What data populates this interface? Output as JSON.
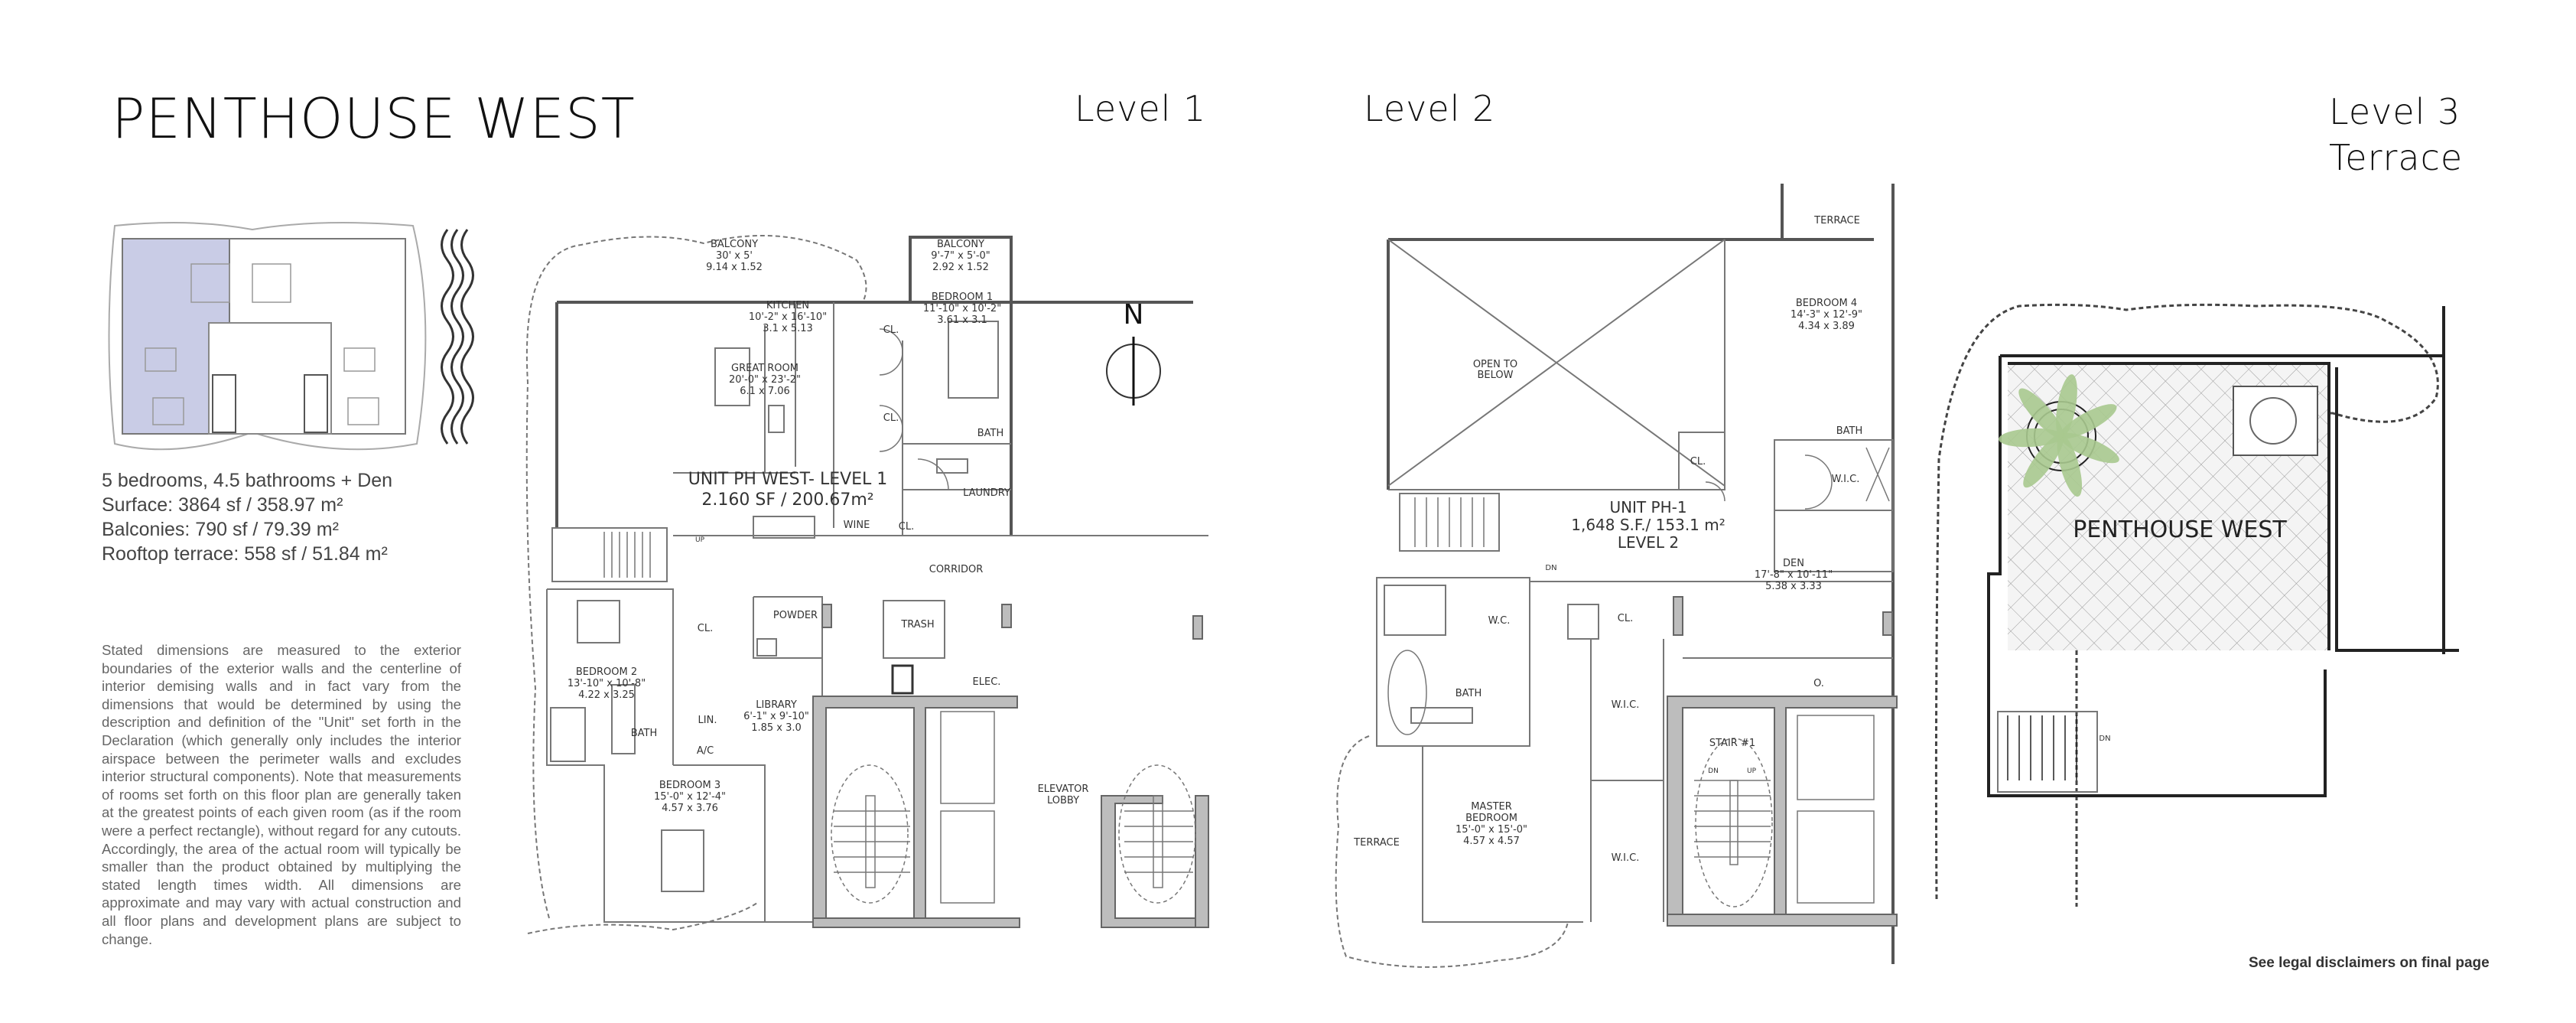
{
  "title": "PENTHOUSE WEST",
  "headings": {
    "level1": "Level 1",
    "level2": "Level 2",
    "level3": "Level 3",
    "level3_sub": "Terrace"
  },
  "summary": {
    "rooms": "5 bedrooms, 4.5 bathrooms + Den",
    "surface": "Surface: 3864 sf / 358.97 m²",
    "balconies": "Balconies: 790 sf / 79.39 m²",
    "rooftop": "Rooftop terrace: 558 sf / 51.84 m²"
  },
  "disclaimer": "Stated dimensions are measured to the exterior boundaries of the exterior walls and the centerline of interior demising walls and in fact vary from the dimensions that would be determined by using the description and definition of the \"Unit\" set forth in the Declaration (which generally only includes the interior airspace between the perimeter walls and excludes interior structural components). Note that measurements of rooms set forth on this floor plan are generally taken at the greatest points of each given room (as if the room were a perfect rectangle), without regard for any cutouts. Accordingly, the area of the actual room will typically be smaller than the product obtained by multiplying the stated length times width. All dimensions are approximate and may vary with actual construction and all floor plans and development plans are subject to change.",
  "footer_note": "See legal disclaimers on final page",
  "compass": "N",
  "level1": {
    "unit": "UNIT PH WEST- LEVEL 1",
    "area": "2.160 SF / 200.67m²",
    "balcony": [
      "BALCONY",
      "30' x 5'",
      "9.14 x 1.52"
    ],
    "balcony2": [
      "BALCONY",
      "9'-7\" x 5'-0\"",
      "2.92 x 1.52"
    ],
    "kitchen": [
      "KITCHEN",
      "10'-2\" x 16'-10\"",
      "3.1 x 5.13"
    ],
    "bedroom1": [
      "BEDROOM 1",
      "11'-10\" x 10'-2\"",
      "3.61 x 3.1"
    ],
    "great_room": [
      "GREAT ROOM",
      "20'-0\" x 23'-2\"",
      "6.1 x 7.06"
    ],
    "bedroom2": [
      "BEDROOM 2",
      "13'-10\" x 10'-8\"",
      "4.22 x 3.25"
    ],
    "library": [
      "LIBRARY",
      "6'-1\" x 9'-10\"",
      "1.85 x 3.0"
    ],
    "bedroom3": [
      "BEDROOM 3",
      "15'-0\" x 12'-4\"",
      "4.57 x 3.76"
    ],
    "cl": "CL.",
    "bath": "BATH",
    "laundry": "LAUNDRY",
    "wine": "WINE",
    "up": "UP",
    "corridor": "CORRIDOR",
    "powder": "POWDER",
    "trash": "TRASH",
    "elec": "ELEC.",
    "lin": "LIN.",
    "ac": "A/C",
    "elevator_lobby": [
      "ELEVATOR",
      "LOBBY"
    ]
  },
  "level2": {
    "unit": "UNIT PH-1",
    "area": "1,648 S.F./ 153.1 m²",
    "level": "LEVEL 2",
    "terrace": "TERRACE",
    "bedroom4": [
      "BEDROOM 4",
      "14'-3\" x 12'-9\"",
      "4.34 x 3.89"
    ],
    "open": [
      "OPEN TO",
      "BELOW"
    ],
    "den": [
      "DEN",
      "17'-8\" x 10'-11\"",
      "5.38 x 3.33"
    ],
    "master": [
      "MASTER",
      "BEDROOM",
      "15'-0\" x 15'-0\"",
      "4.57 x 4.57"
    ],
    "bath": "BATH",
    "cl": "CL.",
    "wic": "W.I.C.",
    "wc": "W.C.",
    "dn": "DN",
    "up": "UP",
    "stair": "STAIR #1",
    "o": "O."
  },
  "level3": {
    "label": "PENTHOUSE WEST",
    "dn": "DN",
    "accent": "#a9c98f"
  }
}
